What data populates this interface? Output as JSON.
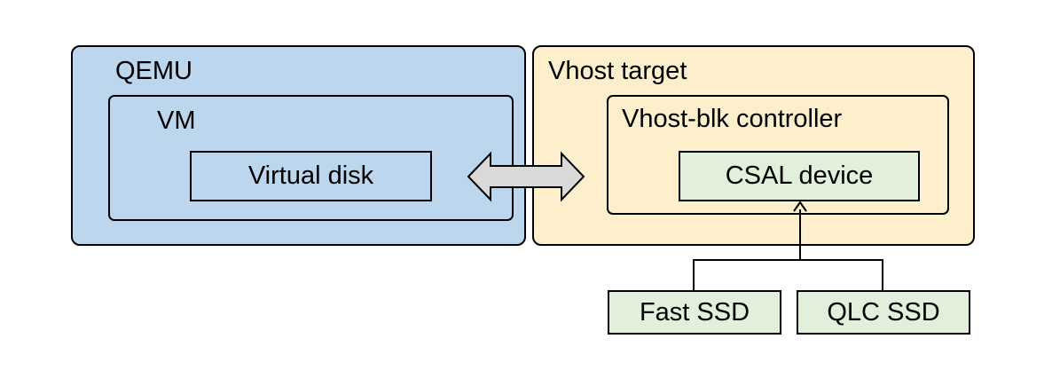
{
  "colors": {
    "qemu_fill": "#bcd6ee",
    "vhost_fill": "#fdefcc",
    "component_fill": "#e2efda",
    "arrow_fill": "#d9d9d9",
    "stroke": "#000000"
  },
  "qemu": {
    "title": "QEMU",
    "vm": {
      "title": "VM",
      "virtual_disk": "Virtual disk"
    }
  },
  "vhost": {
    "title": "Vhost target",
    "controller": {
      "title": "Vhost-blk controller",
      "csal_device": "CSAL device"
    }
  },
  "storage": {
    "fast_ssd": "Fast SSD",
    "qlc_ssd": "QLC SSD"
  },
  "connections": [
    {
      "from": "Virtual disk",
      "to": "Vhost-blk controller",
      "style": "double-arrow"
    },
    {
      "from": "Fast SSD",
      "to": "CSAL device",
      "style": "arrow"
    },
    {
      "from": "QLC SSD",
      "to": "CSAL device",
      "style": "arrow"
    }
  ]
}
